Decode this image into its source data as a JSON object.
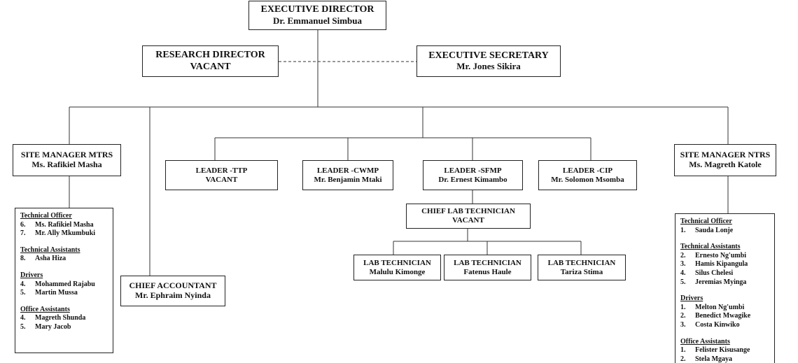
{
  "executive_director": {
    "title": "EXECUTIVE DIRECTOR",
    "name": "Dr. Emmanuel Simbua"
  },
  "research_director": {
    "title": "RESEARCH DIRECTOR",
    "name": "VACANT"
  },
  "executive_secretary": {
    "title": "EXECUTIVE SECRETARY",
    "name": "Mr. Jones Sikira"
  },
  "site_manager_mtrs": {
    "title": "SITE MANAGER MTRS",
    "name": "Ms. Rafikiel Masha"
  },
  "site_manager_ntrs": {
    "title": "SITE MANAGER NTRS",
    "name": "Ms. Magreth Katole"
  },
  "chief_accountant": {
    "title": "CHIEF ACCOUNTANT",
    "name": "Mr. Ephraim Nyinda"
  },
  "leaders": [
    {
      "title": "LEADER -TTP",
      "name": "VACANT"
    },
    {
      "title": "LEADER -CWMP",
      "name": "Mr. Benjamin Mtaki"
    },
    {
      "title": "LEADER -SFMP",
      "name": "Dr. Ernest Kimambo"
    },
    {
      "title": "LEADER -CIP",
      "name": "Mr. Solomon Msomba"
    }
  ],
  "chief_lab_technician": {
    "title": "CHIEF LAB TECHNICIAN",
    "name": "VACANT"
  },
  "lab_technicians": [
    {
      "title": "LAB TECHNICIAN",
      "name": "Malulu Kimonge"
    },
    {
      "title": "LAB TECHNICIAN",
      "name": "Fatenus Haule"
    },
    {
      "title": "LAB TECHNICIAN",
      "name": "Tariza Stima"
    }
  ],
  "mtrs_staff": [
    {
      "title": "Technical Officer",
      "items": [
        {
          "num": "6.",
          "name": "Ms. Rafikiel Masha"
        },
        {
          "num": "7.",
          "name": "Mr. Ally Mkumbuki"
        }
      ]
    },
    {
      "title": "Technical Assistants",
      "items": [
        {
          "num": "8.",
          "name": "Asha Hiza"
        }
      ]
    },
    {
      "title": "Drivers",
      "items": [
        {
          "num": "4.",
          "name": "Mohammed Rajabu"
        },
        {
          "num": "5.",
          "name": "Martin Mussa"
        }
      ]
    },
    {
      "title": "Office Assistants",
      "items": [
        {
          "num": "4.",
          "name": "Magreth Shunda"
        },
        {
          "num": "5.",
          "name": "Mary Jacob"
        }
      ]
    }
  ],
  "ntrs_staff": [
    {
      "title": "Technical Officer",
      "items": [
        {
          "num": "1.",
          "name": "Sauda Lonje"
        }
      ]
    },
    {
      "title": "Technical Assistants",
      "items": [
        {
          "num": "2.",
          "name": "Ernesto Ng'umbi"
        },
        {
          "num": "3.",
          "name": "Hamis Kipangula"
        },
        {
          "num": "4.",
          "name": "Silus Chelesi"
        },
        {
          "num": "5.",
          "name": "Jeremias Myinga"
        }
      ]
    },
    {
      "title": "Drivers",
      "items": [
        {
          "num": "1.",
          "name": "Melton Ng'umbi"
        },
        {
          "num": "2.",
          "name": "Benedict Mwagike"
        },
        {
          "num": "3.",
          "name": "Costa Kinwiko"
        }
      ]
    },
    {
      "title": "Office Assistants",
      "items": [
        {
          "num": "1.",
          "name": "Felister Kisusange"
        },
        {
          "num": "2.",
          "name": "Stela Mgaya"
        }
      ]
    }
  ]
}
